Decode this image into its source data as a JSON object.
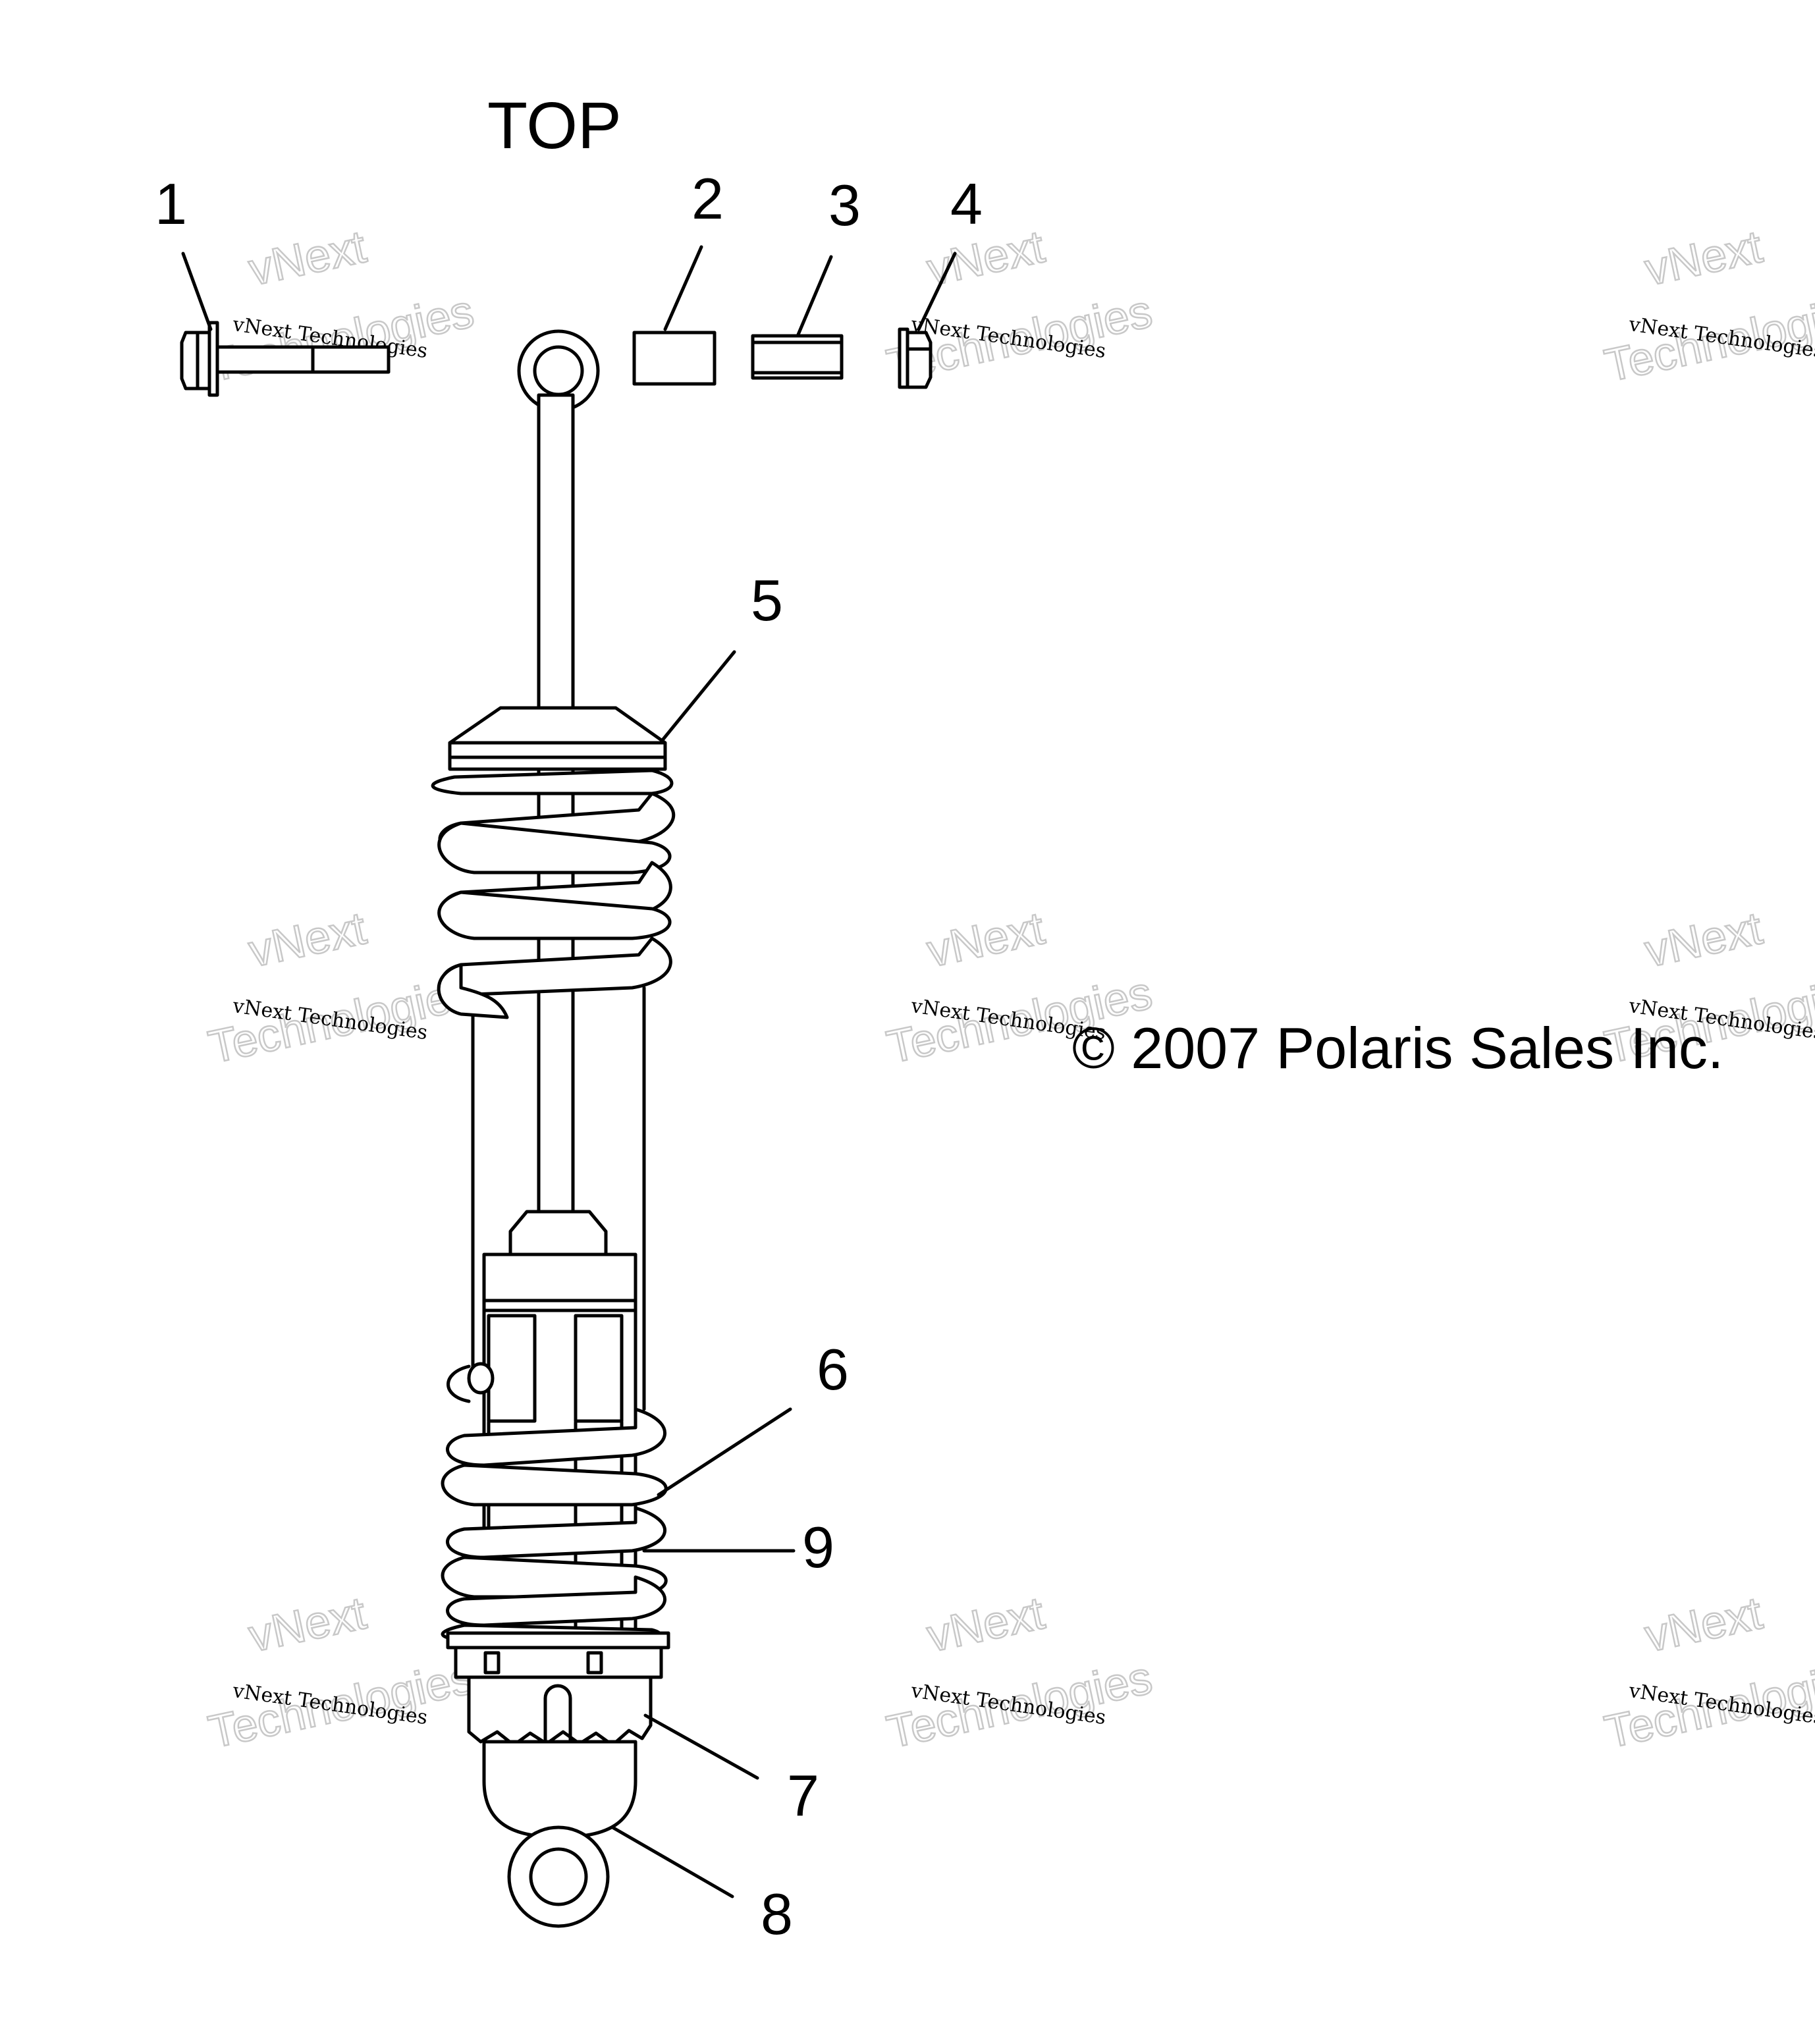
{
  "diagram": {
    "title": "TOP",
    "copyright": "© 2007 Polaris Sales Inc.",
    "callouts": [
      "1",
      "2",
      "3",
      "4",
      "5",
      "6",
      "7",
      "8",
      "9"
    ]
  },
  "watermark": {
    "line1": "vNext Technologies",
    "line2": "vNext",
    "line3": "Technologies"
  }
}
